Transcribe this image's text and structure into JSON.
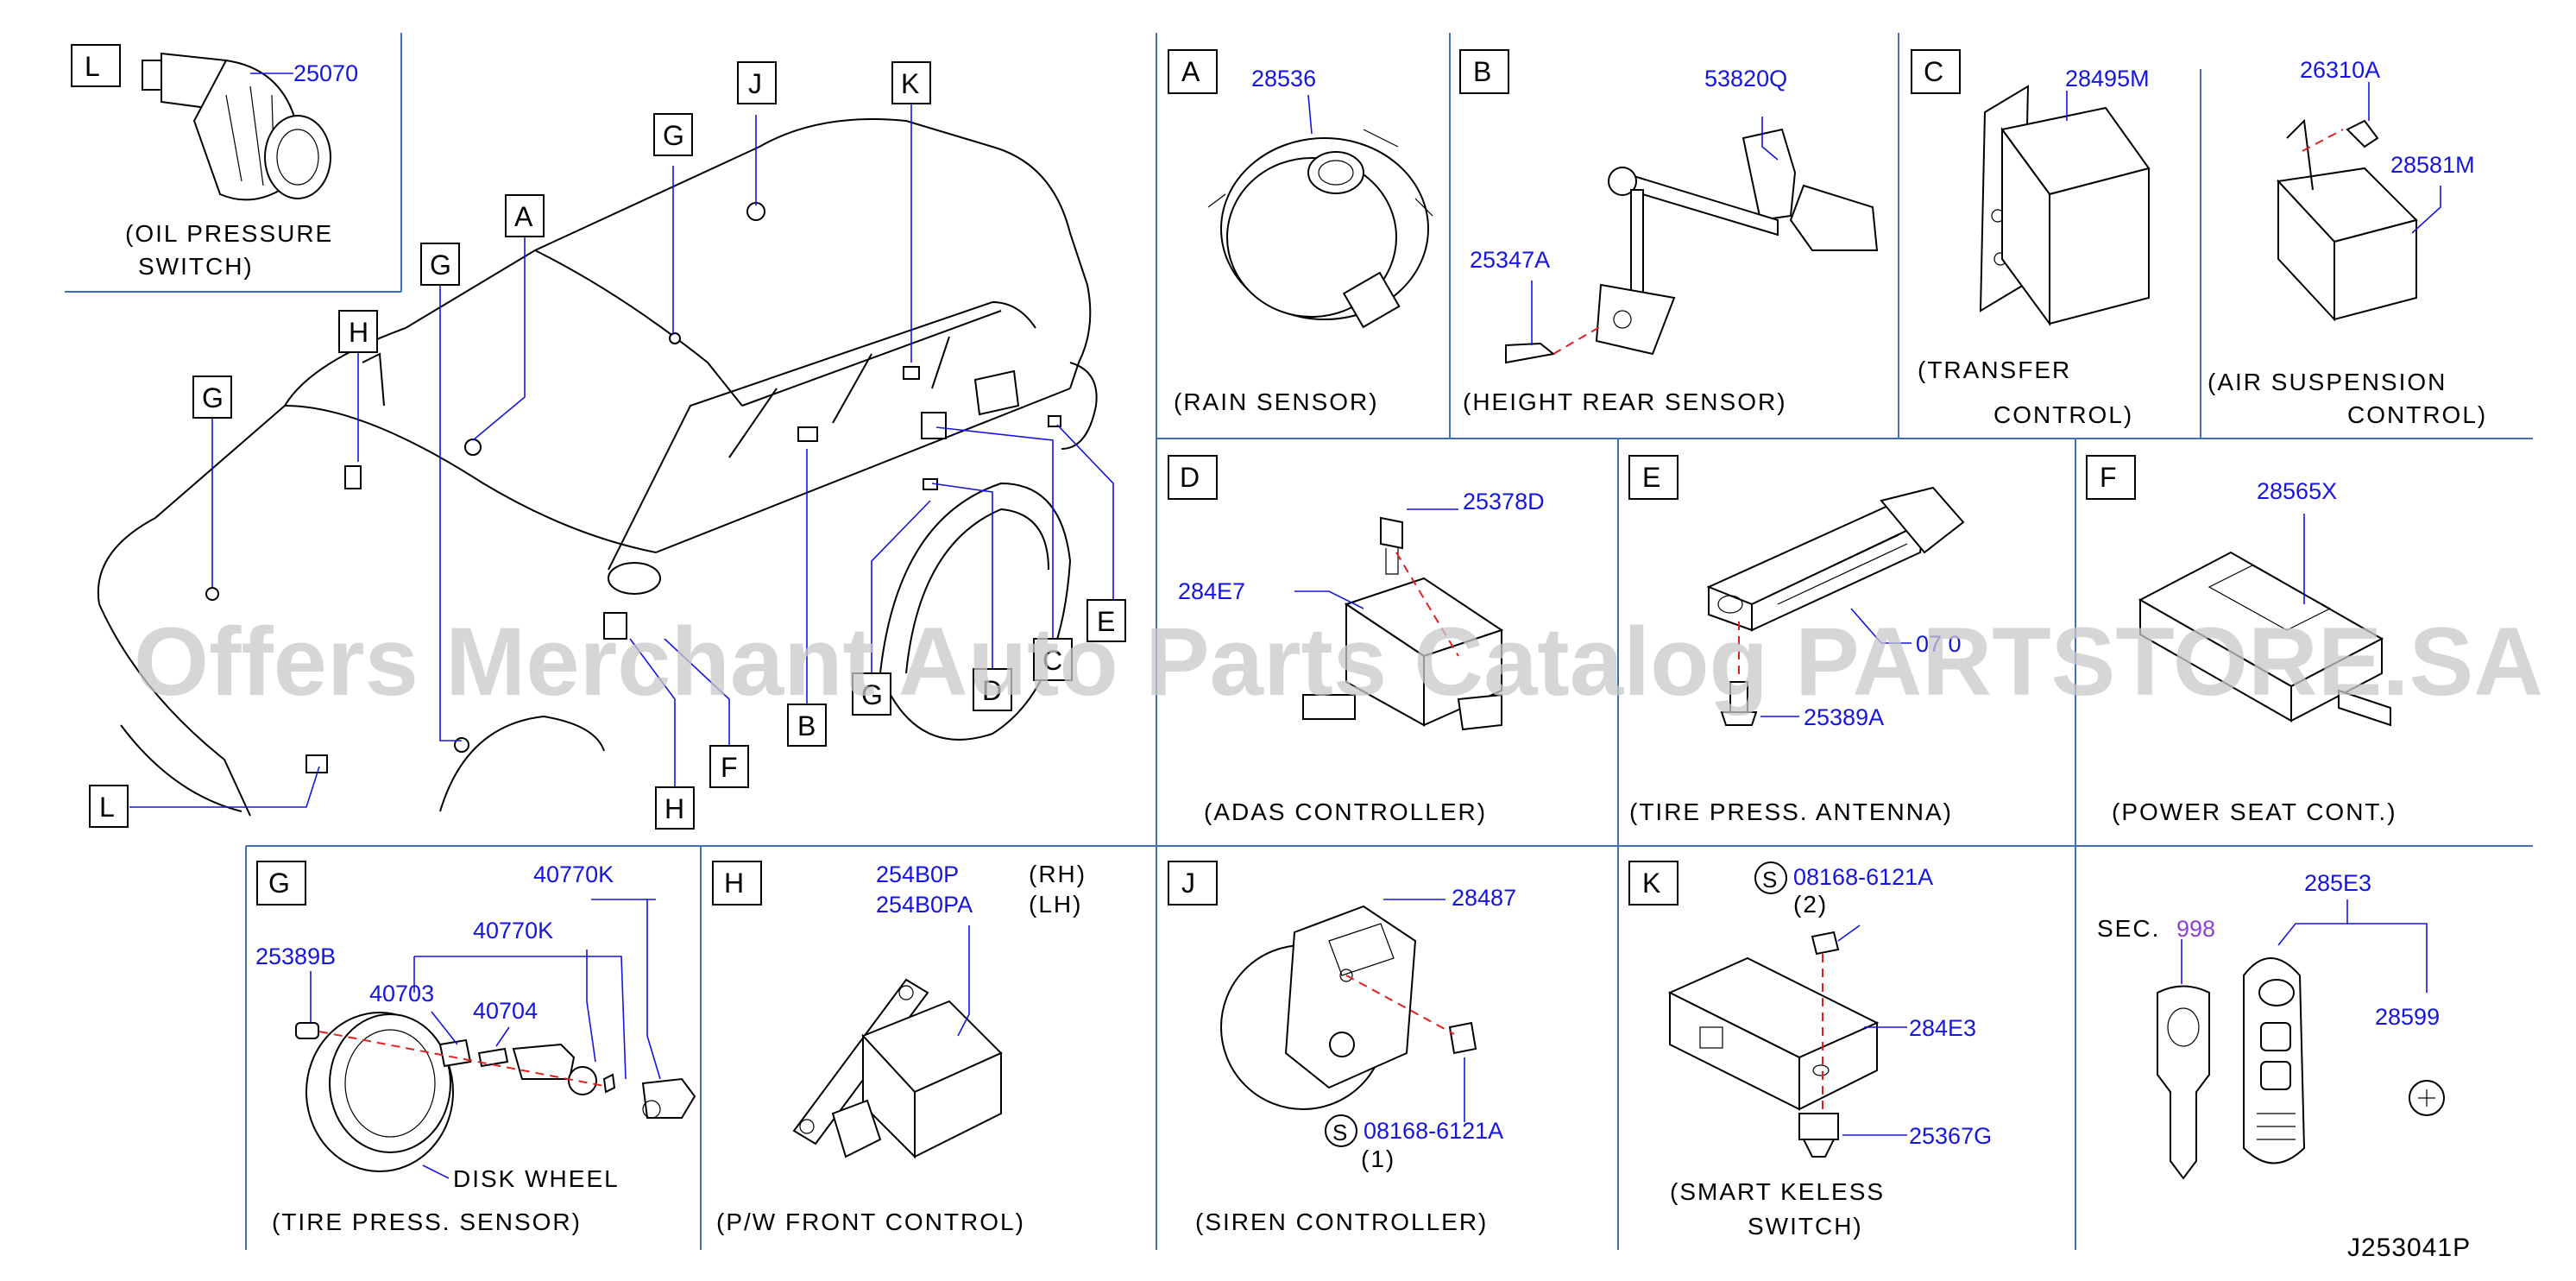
{
  "diagram_id": "J253041P",
  "watermark": "Offers Merchant Auto Parts Catalog PARTSTORE.SA",
  "colors": {
    "part_number": "#1515e0",
    "reference": "#8e3fd6",
    "divider": "#3f6fb4",
    "dashed": "#e02020"
  },
  "vehicle_keys": [
    "G",
    "A",
    "H",
    "G",
    "G",
    "J",
    "K",
    "L",
    "H",
    "F",
    "B",
    "G",
    "D",
    "C",
    "E"
  ],
  "panels": {
    "L": {
      "key": "L",
      "parts": [
        "25070"
      ],
      "name1": "(OIL   PRESSURE",
      "name2": "SWITCH)"
    },
    "A": {
      "key": "A",
      "parts": [
        "28536"
      ],
      "name1": "(RAIN   SENSOR)"
    },
    "B": {
      "key": "B",
      "parts": [
        "53820Q",
        "25347A"
      ],
      "name1": "(HEIGHT   REAR   SENSOR)"
    },
    "C": {
      "key": "C",
      "parts": [
        "28495M"
      ],
      "name1": "(TRANSFER",
      "name2": "CONTROL)"
    },
    "C2": {
      "parts": [
        "26310A",
        "28581M"
      ],
      "name1": "(AIR   SUSPENSION",
      "name2": "CONTROL)"
    },
    "D": {
      "key": "D",
      "parts": [
        "25378D",
        "284E7"
      ],
      "name1": "(ADAS   CONTROLLER)"
    },
    "E": {
      "key": "E",
      "parts": [
        "07  0",
        "25389A"
      ],
      "name1": "(TIRE   PRESS.   ANTENNA)"
    },
    "F": {
      "key": "F",
      "parts": [
        "28565X"
      ],
      "name1": "(POWER   SEAT   CONT.)"
    },
    "G": {
      "key": "G",
      "parts": [
        "40770K",
        "40770K",
        "25389B",
        "40703",
        "40704"
      ],
      "sub": "DISK   WHEEL",
      "name1": "(TIRE   PRESS.   SENSOR)"
    },
    "H": {
      "key": "H",
      "parts": [
        "254B0P",
        "254B0PA"
      ],
      "side": [
        "(RH)",
        "(LH)"
      ],
      "name1": "(P/W   FRONT   CONTROL)"
    },
    "J": {
      "key": "J",
      "parts": [
        "28487",
        "08168-6121A"
      ],
      "qty": "(1)",
      "name1": "(SIREN   CONTROLLER)"
    },
    "K": {
      "key": "K",
      "parts": [
        "08168-6121A",
        "284E3",
        "25367G"
      ],
      "qty": "(2)",
      "name1": "(SMART   KELESS",
      "name2": "SWITCH)"
    },
    "KEY": {
      "sec": "SEC.",
      "sec_ref": "998",
      "parts": [
        "285E3",
        "28599"
      ]
    }
  },
  "screw_symbol": "S"
}
